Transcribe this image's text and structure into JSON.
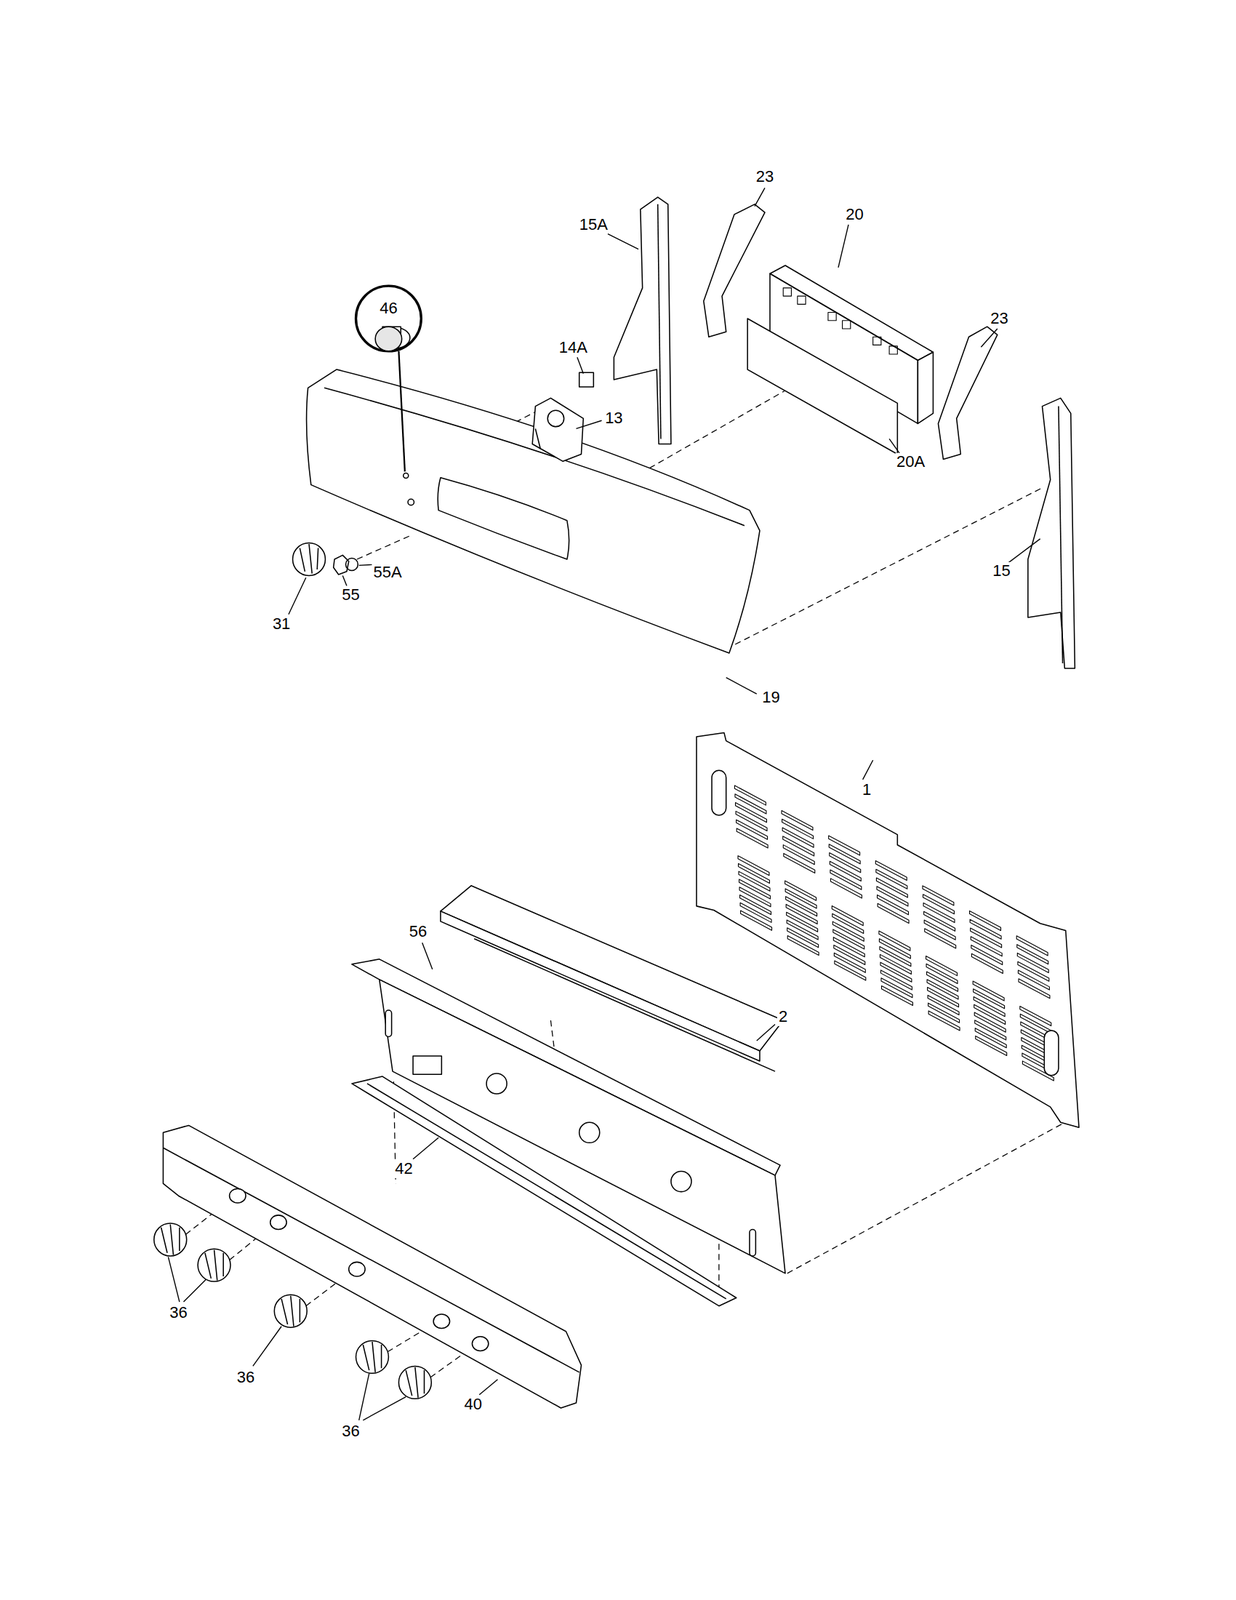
{
  "diagram": {
    "labels": [
      "23",
      "15A",
      "20",
      "46",
      "14A",
      "23",
      "13",
      "20A",
      "55A",
      "31",
      "55",
      "15",
      "19",
      "1",
      "56",
      "2",
      "42",
      "36",
      "36",
      "40",
      "36"
    ]
  }
}
